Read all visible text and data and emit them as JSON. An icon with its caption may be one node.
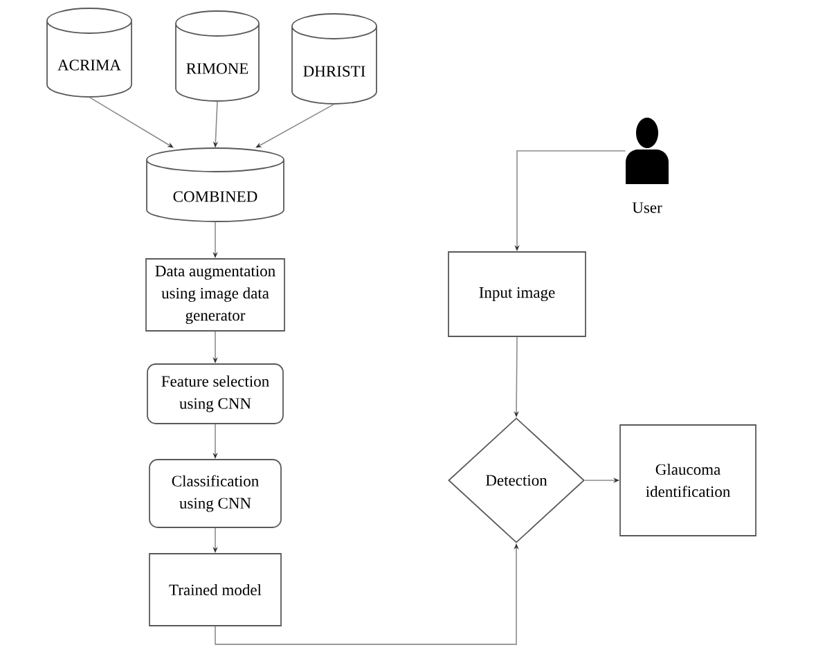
{
  "diagram": {
    "nodes": [
      {
        "text": [
          "ACRIMA"
        ]
      },
      {
        "text": [
          "RIMONE"
        ]
      },
      {
        "text": [
          "DHRISTI"
        ]
      },
      {
        "text": [
          "COMBINED"
        ]
      },
      {
        "text": [
          "Data augmentation using image data generator"
        ]
      },
      {
        "text": [
          "Feature selection using CNN"
        ]
      },
      {
        "text": [
          "Classification using CNN"
        ]
      },
      {
        "text": [
          "Trained model"
        ]
      },
      {
        "text": [],
        "shape": "person",
        "beside": [
          "User"
        ]
      },
      {
        "text": [
          "Input image"
        ]
      },
      {
        "text": [
          "Detection"
        ]
      },
      {
        "text": [
          "Glaucoma identification"
        ]
      }
    ],
    "edges": [
      {
        "from": 0,
        "to": 3,
        "arrow": "to"
      },
      {
        "from": 1,
        "to": 3,
        "arrow": "to"
      },
      {
        "from": 2,
        "to": 3,
        "arrow": "to"
      },
      {
        "from": 3,
        "to": 4,
        "arrow": "to"
      },
      {
        "from": 4,
        "to": 5,
        "arrow": "to"
      },
      {
        "from": 5,
        "to": 6,
        "arrow": "to"
      },
      {
        "from": 6,
        "to": 7,
        "arrow": "to"
      },
      {
        "from": 7,
        "to": 10,
        "arrow": "to"
      },
      {
        "from": 8,
        "to": 9,
        "arrow": "to"
      },
      {
        "from": 9,
        "to": 10,
        "arrow": "to"
      },
      {
        "from": 10,
        "to": 11,
        "arrow": "to"
      }
    ]
  }
}
